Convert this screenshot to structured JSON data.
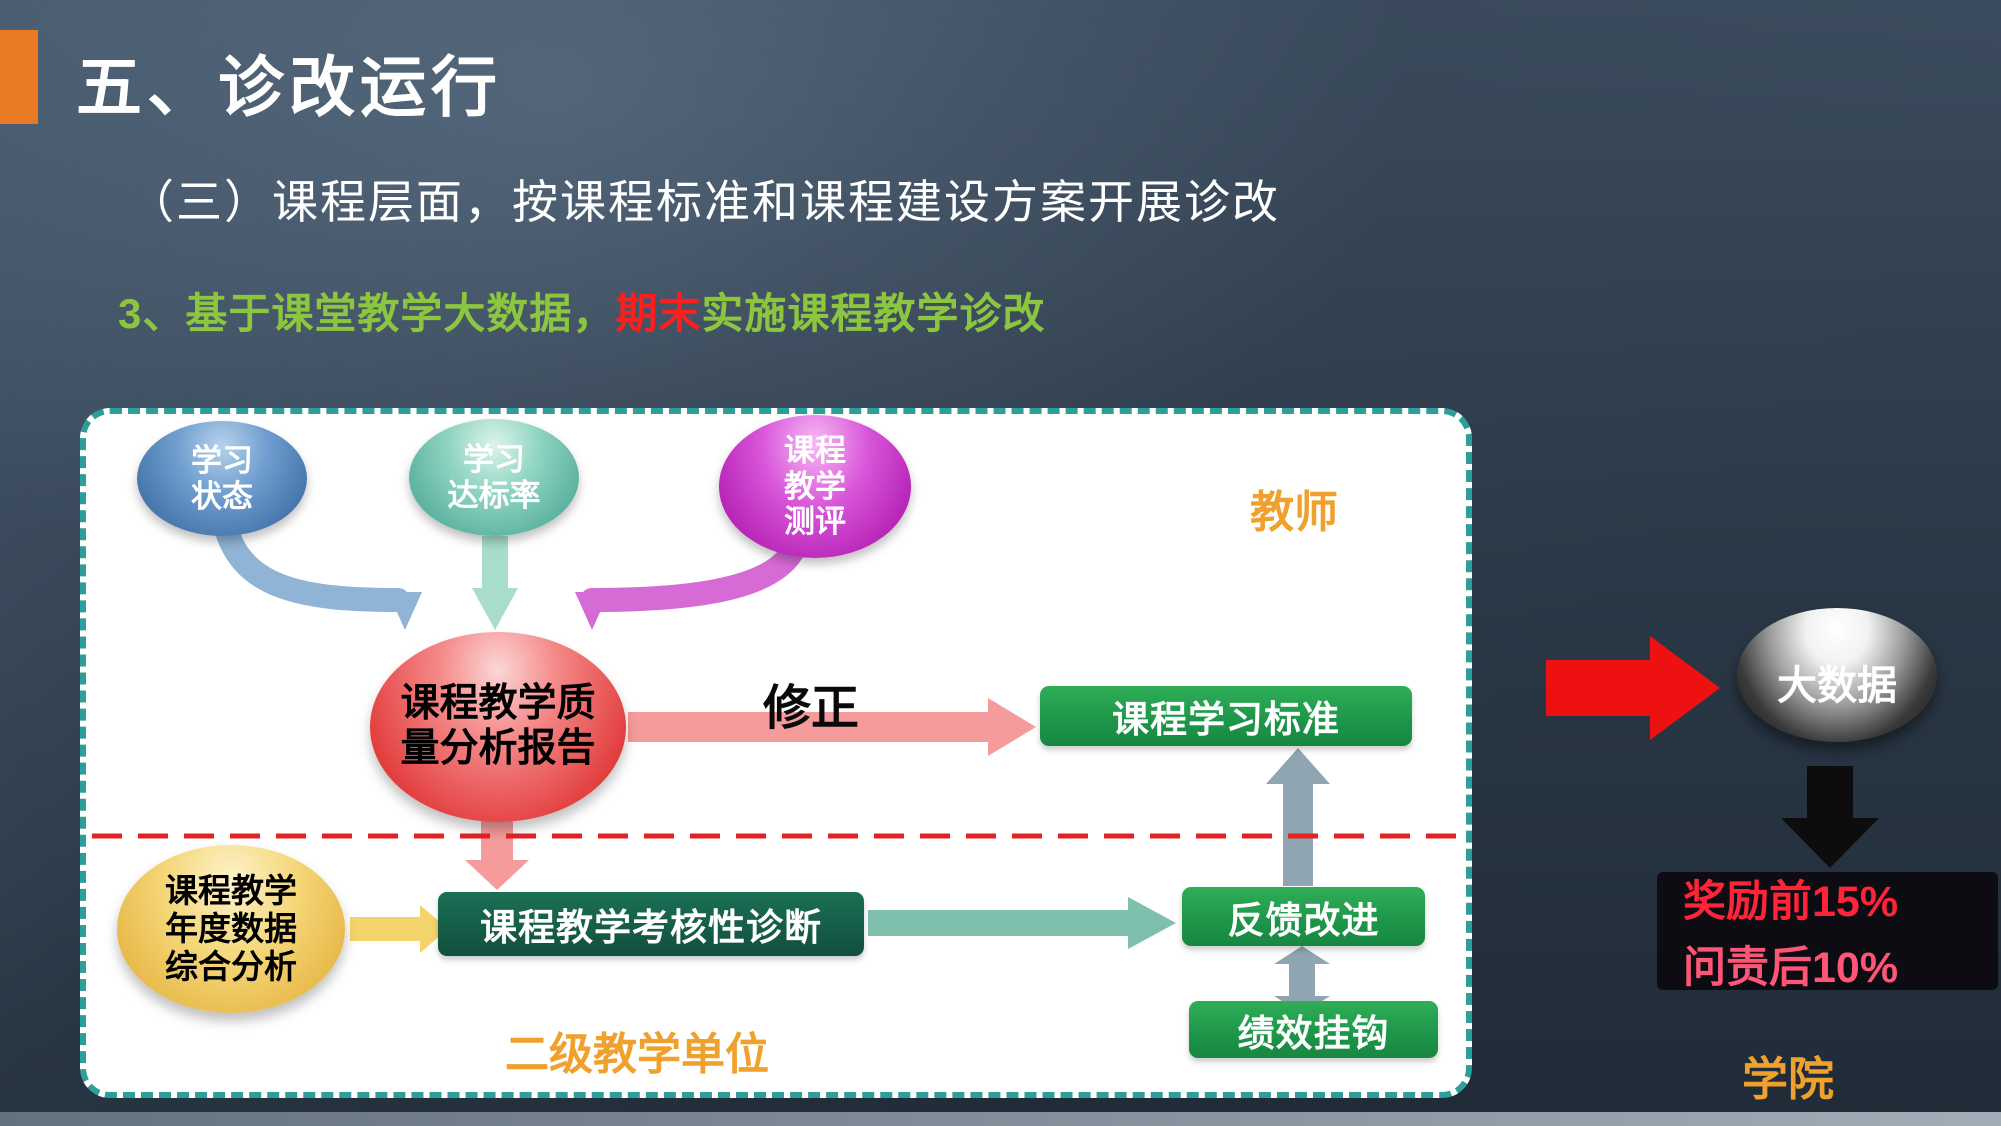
{
  "header": {
    "title": "五、诊改运行",
    "subtitle": "（三）课程层面，按课程标准和课程建设方案开展诊改",
    "heading_prefix": "3、基于课堂教学大数据，",
    "heading_highlight": "期末",
    "heading_suffix": "实施课程教学诊改"
  },
  "diagram": {
    "teacher_label": "教师",
    "unit_label": "二级教学单位",
    "revise_label": "修正",
    "nodes": {
      "study_status": "学习\n状态",
      "achievement_rate": "学习\n达标率",
      "course_evaluation": "课程\n教学\n测评",
      "quality_report": "课程教学质\n量分析报告",
      "annual_analysis": "课程教学\n年度数据\n综合分析"
    },
    "boxes": {
      "learning_standard": "课程学习标准",
      "assessment_diagnosis": "课程教学考核性诊断",
      "feedback_improvement": "反馈改进",
      "performance_link": "绩效挂钩"
    }
  },
  "right_panel": {
    "big_data": "大数据",
    "reward_line1": "奖励前15%",
    "reward_line2": "问责后10%",
    "college_label": "学院"
  },
  "colors": {
    "accent_orange": "#E87A24",
    "heading_green": "#8CC63E",
    "highlight_red": "#FF1E1E",
    "panel_border_teal": "#2D9E99",
    "divider_red": "#E52222",
    "label_orange": "#F0A02C",
    "node_blue": "#2F5F96",
    "node_teal": "#3F9E8C",
    "node_magenta": "#A408A4",
    "node_red": "#E23C3C",
    "node_yellow": "#E0A82E",
    "rect_green": "#1D9549",
    "rect_dark_green": "#124F3E",
    "arrow_blue": "#8FB4D6",
    "arrow_teal_light": "#A8DCCB",
    "arrow_magenta": "#D66BD6",
    "arrow_pink": "#F59B9B",
    "arrow_yellow": "#F5D36B",
    "arrow_teal": "#7FBFAE",
    "arrow_gray": "#8FA6B2",
    "big_arrow_red": "#EE1111",
    "reward_red": "#FF2438",
    "reward_pink": "#FF5577"
  }
}
